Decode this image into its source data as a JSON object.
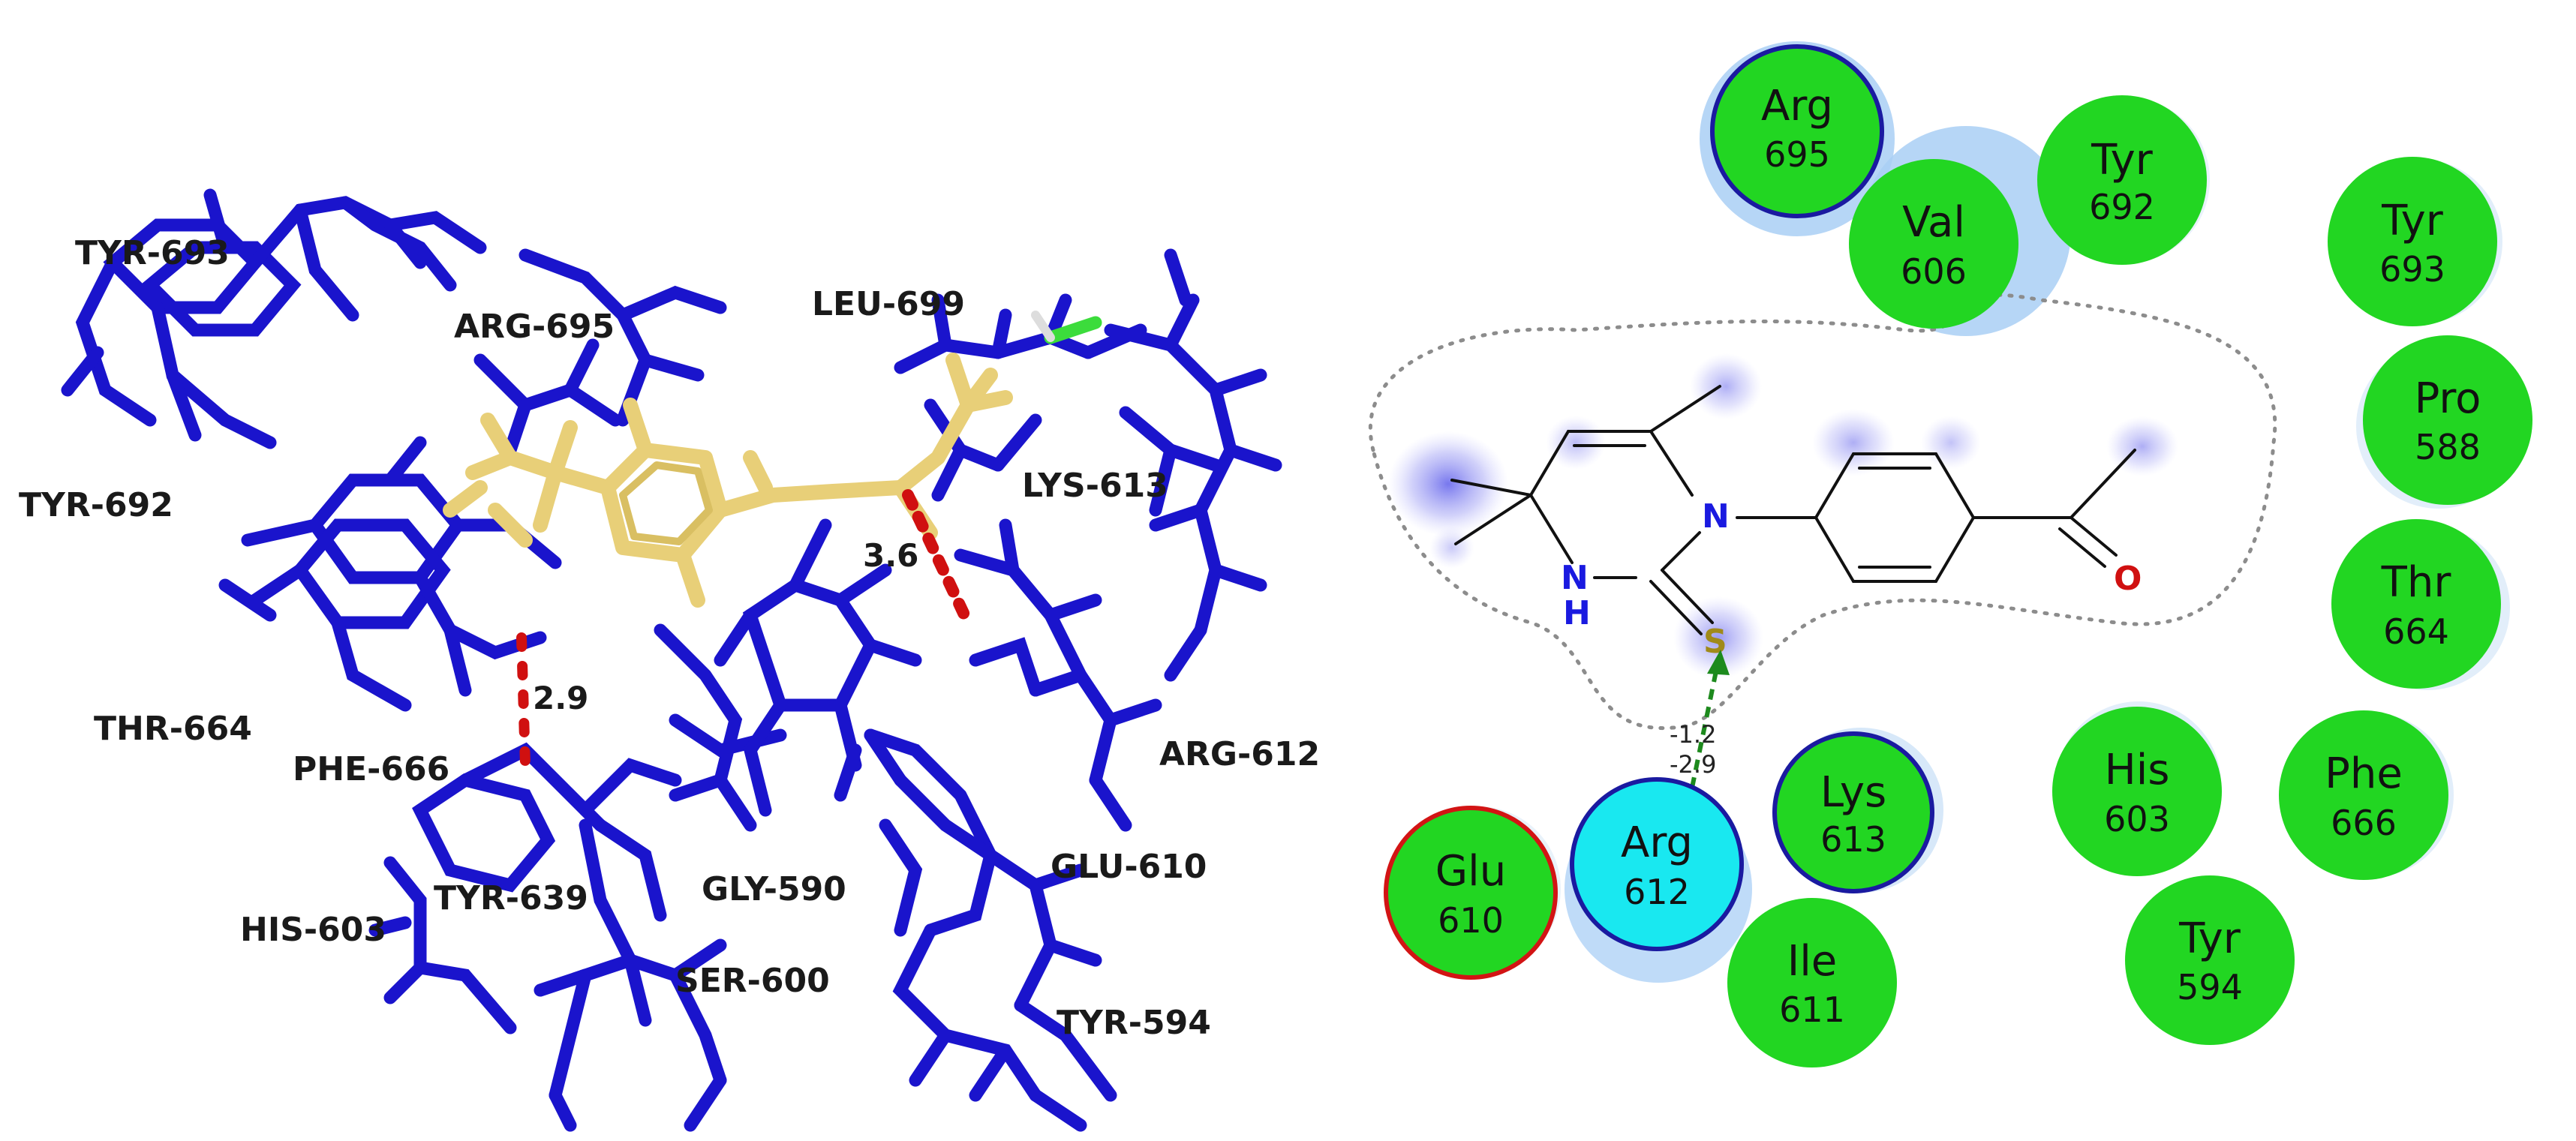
{
  "colors": {
    "protein": "#1a14cc",
    "ligand": "#e8cf78",
    "hbond_3d": "#d01010",
    "residue_fill": "#22d622",
    "highlight_fill": "#19e8f0",
    "hbond_2d": "#1d8a1d",
    "glu_border": "#d21414",
    "lys_border": "#1a1aa0"
  },
  "panel_3d": {
    "residue_labels": [
      {
        "text": "TYR-693"
      },
      {
        "text": "ARG-695"
      },
      {
        "text": "LEU-699"
      },
      {
        "text": "TYR-692"
      },
      {
        "text": "LYS-613"
      },
      {
        "text": "THR-664"
      },
      {
        "text": "PHE-666"
      },
      {
        "text": "ARG-612"
      },
      {
        "text": "GLU-610"
      },
      {
        "text": "GLY-590"
      },
      {
        "text": "TYR-639"
      },
      {
        "text": "HIS-603"
      },
      {
        "text": "SER-600"
      },
      {
        "text": "TYR-594"
      }
    ],
    "distances": [
      "2.9",
      "3.6"
    ]
  },
  "panel_2d": {
    "residues": [
      {
        "name": "Arg",
        "num": "695"
      },
      {
        "name": "Val",
        "num": "606"
      },
      {
        "name": "Tyr",
        "num": "692"
      },
      {
        "name": "Tyr",
        "num": "693"
      },
      {
        "name": "Pro",
        "num": "588"
      },
      {
        "name": "Thr",
        "num": "664"
      },
      {
        "name": "His",
        "num": "603"
      },
      {
        "name": "Phe",
        "num": "666"
      },
      {
        "name": "Lys",
        "num": "613"
      },
      {
        "name": "Arg",
        "num": "612"
      },
      {
        "name": "Glu",
        "num": "610"
      },
      {
        "name": "Ile",
        "num": "611"
      },
      {
        "name": "Tyr",
        "num": "594"
      }
    ],
    "atoms": {
      "n1": "N",
      "n2": "N",
      "h": "H",
      "s": "S",
      "o": "O"
    },
    "hbond_values": [
      "-1.2",
      "-2.9"
    ]
  }
}
